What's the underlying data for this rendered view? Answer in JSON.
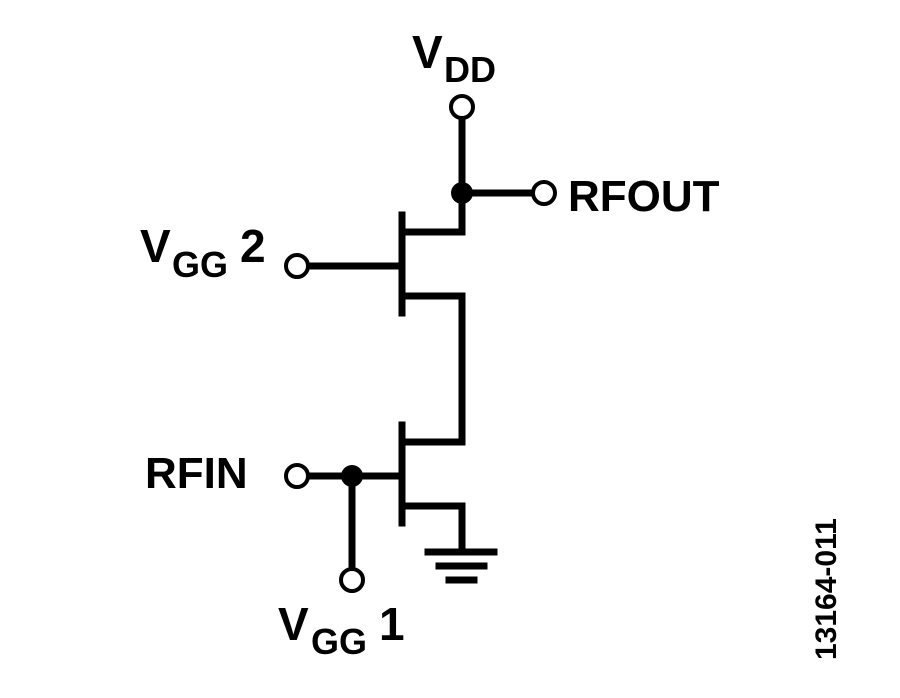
{
  "labels": {
    "vdd_main": "V",
    "vdd_sub": "DD",
    "rfout": "RFOUT",
    "vgg2_main": "V",
    "vgg2_sub": "GG",
    "vgg2_num": "2",
    "rfin": "RFIN",
    "vgg1_main": "V",
    "vgg1_sub": "GG",
    "vgg1_num": "1"
  },
  "figure_code": "13164-011",
  "colors": {
    "ink": "#000000",
    "background": "#ffffff"
  }
}
